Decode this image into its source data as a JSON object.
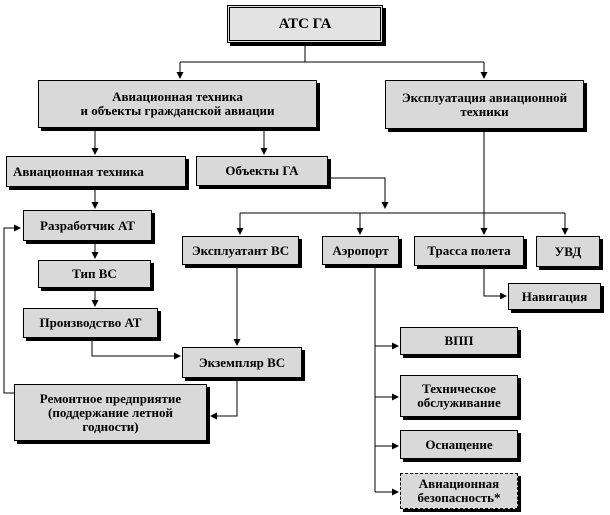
{
  "diagram": {
    "nodes": {
      "ats_ga": "АТС ГА",
      "aviation_tech_objects": "Авиационная техника\nи объекты гражданской авиации",
      "exploitation_tech": "Эксплуатация авиационной\nтехники",
      "aviation_tech": "Авиационная техника",
      "ga_objects": "Объекты ГА",
      "developer_at": "Разработчик АТ",
      "vs_type": "Тип ВС",
      "at_production": "Производство АТ",
      "vs_instance": "Экземпляр ВС",
      "repair_enterprise": "Ремонтное предприятие\n(поддержание летной\nгодности)",
      "operator_vs": "Эксплуатант ВС",
      "airport": "Аэропорт",
      "flight_route": "Трасса полета",
      "uvd": "УВД",
      "navigation": "Навигация",
      "vpp": "ВПП",
      "maintenance": "Техническое\nобслуживание",
      "equipment": "Оснащение",
      "aviation_security": "Авиационная\nбезопасность*"
    }
  }
}
